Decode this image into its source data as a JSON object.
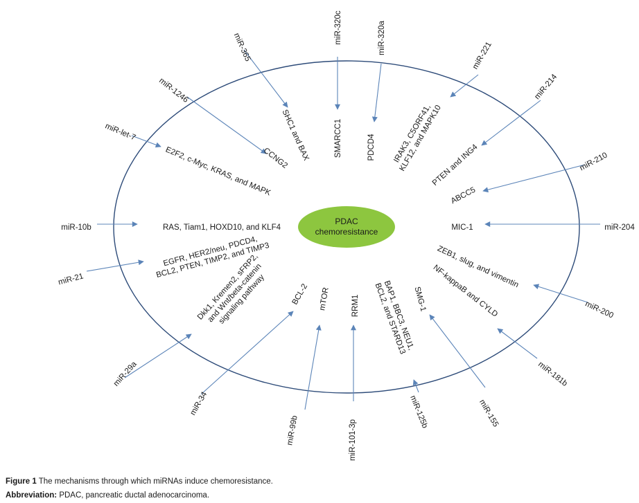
{
  "center": {
    "line1": "PDAC",
    "line2": "chemoresistance"
  },
  "colors": {
    "arrow": "#5b84b8",
    "ellipse": "#2c4a78",
    "center_fill": "#8dc63f"
  },
  "links": [
    {
      "mirna": [
        "miR-365"
      ],
      "target": [
        "SHC1 and BAX"
      ]
    },
    {
      "mirna": [
        "miR-320c"
      ],
      "target": [
        "SMARCC1"
      ]
    },
    {
      "mirna": [
        "miR-320a"
      ],
      "target": [
        "PDCD4"
      ]
    },
    {
      "mirna": [
        "miR-221"
      ],
      "target": [
        "IRAK3, C5ORF41,",
        "KLF12, and MAPK10"
      ]
    },
    {
      "mirna": [
        "miR-214"
      ],
      "target": [
        "PTEN and ING4"
      ]
    },
    {
      "mirna": [
        "miR-210"
      ],
      "target": [
        "ABCC5"
      ]
    },
    {
      "mirna": [
        "miR-1246"
      ],
      "target": [
        "CCNG2"
      ]
    },
    {
      "mirna": [
        "miR-let-7"
      ],
      "target": [
        "E2F2, c-Myc, KRAS, and MAPK"
      ]
    },
    {
      "mirna": [
        "miR-10b"
      ],
      "target": [
        "RAS, Tiam1, HOXD10, and KLF4"
      ]
    },
    {
      "mirna": [
        "miR-204"
      ],
      "target": [
        "MIC-1"
      ]
    },
    {
      "mirna": [
        "miR-21"
      ],
      "target": [
        "EGFR, HER2/neu, PDCD4,",
        "BCL2, PTEN, TIMP2, and TIMP3"
      ]
    },
    {
      "mirna": [
        "miR-200"
      ],
      "target": [
        "ZEB1, slug, and vimentin"
      ]
    },
    {
      "mirna": [
        "miR-181b"
      ],
      "target": [
        "NF-kappaB and CYLD"
      ]
    },
    {
      "mirna": [
        "miR-29a"
      ],
      "target": [
        "Dkk1, Kremen2, sFRP2,",
        "and Wnt/beta-catenin",
        "signaling pathway"
      ]
    },
    {
      "mirna": [
        "miR-34"
      ],
      "target": [
        "BCL-2"
      ]
    },
    {
      "mirna": [
        "miR-99b"
      ],
      "target": [
        "mTOR"
      ]
    },
    {
      "mirna": [
        "miR-101-3p"
      ],
      "target": [
        "RRM1"
      ]
    },
    {
      "mirna": [
        "miR-125b"
      ],
      "target": [
        "BAP1, BBC3, NEU1,",
        "BCL2, and STARD13"
      ]
    },
    {
      "mirna": [
        "miR-155"
      ],
      "target": [
        "SMG-1"
      ]
    }
  ],
  "caption": {
    "figure_lead": "Figure 1",
    "figure_text": " The mechanisms through which miRNAs induce chemoresistance.",
    "abbr_lead": "Abbreviation:",
    "abbr_text": " PDAC, pancreatic ductal adenocarcinoma."
  }
}
